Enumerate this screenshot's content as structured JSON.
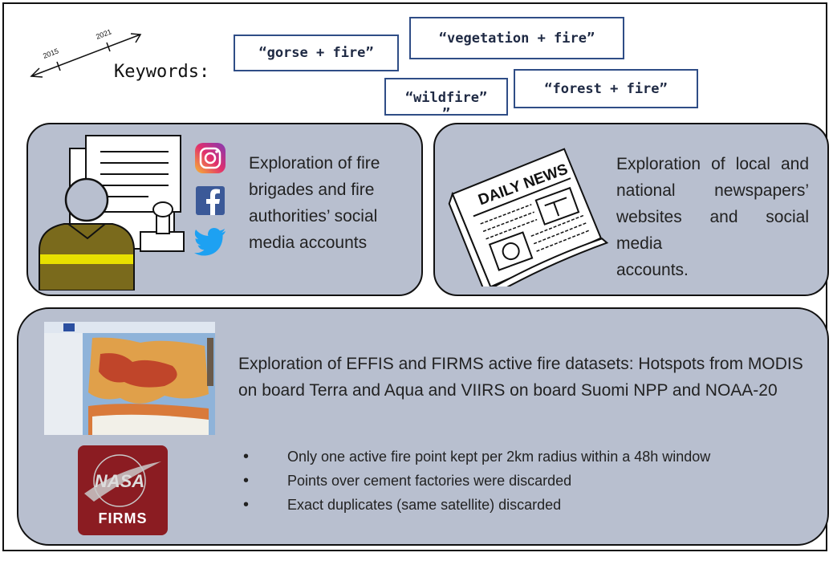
{
  "timeline": {
    "start": "2015",
    "end": "2021"
  },
  "keywords": {
    "label": "Keywords:",
    "items": {
      "gorse": "“gorse + fire”",
      "vegetation": "“vegetation + fire”",
      "wildfire_main": "“wildfire”",
      "wildfire_tail": "”",
      "forest": "“forest + fire”"
    }
  },
  "panels": {
    "social": {
      "text": "Exploration of fire brigades and fire authorities’ social media accounts"
    },
    "news": {
      "text_main": "Exploration of local and national newspapers’ websites and social media",
      "text_last": "accounts.",
      "newspaper_title": "DAILY NEWS"
    },
    "datasets": {
      "text": "Exploration of EFFIS and FIRMS active fire datasets: Hotspots from MODIS on board Terra and Aqua and VIIRS on board Suomi NPP and NOAA-20",
      "bullets": [
        "Only one active fire point kept per 2km radius within a 48h window",
        "Points over cement factories were discarded",
        "Exact duplicates (same satellite) discarded"
      ],
      "logo_top": "NASA",
      "logo_bottom": "FIRMS"
    }
  },
  "colors": {
    "panel_bg": "#b8bfcf",
    "keyword_border": "#2f4d86",
    "firms_red": "#8b1c22",
    "vest_yellow": "#e8e000",
    "vest_olive": "#7a6a1c"
  }
}
